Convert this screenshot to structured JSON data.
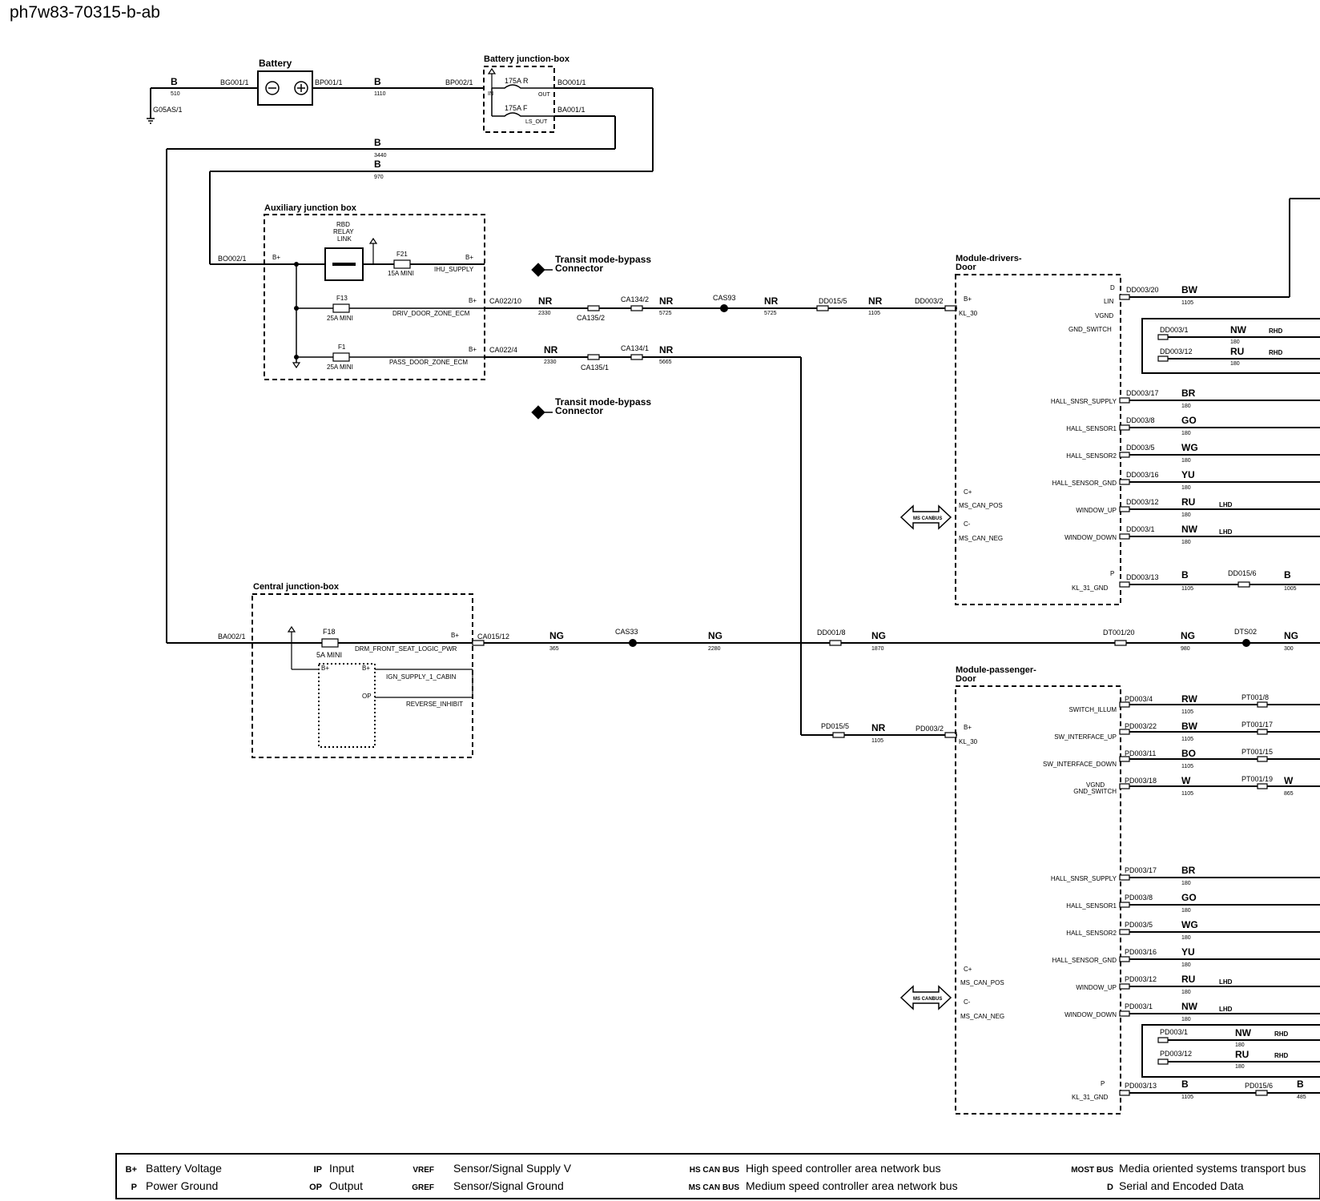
{
  "doc_id": "ph7w83-70315-b-ab",
  "battery": {
    "title": "Battery",
    "wire_neg": {
      "color": "B",
      "num": "510",
      "conn": "BG001/1"
    },
    "ground": "G05AS/1",
    "wire_pos": {
      "color": "B",
      "num": "1110",
      "conn": "BP001/1"
    }
  },
  "bjb": {
    "title": "Battery junction-box",
    "in_conn": "BP002/1",
    "in_label": "IN",
    "fuse_r": "175A  R",
    "out_r": "OUT",
    "conn_r": "BO001/1",
    "fuse_f": "175A  F",
    "out_f": "LS_OUT",
    "conn_f": "BA001/1",
    "wire1": {
      "color": "B",
      "num": "3440"
    },
    "wire2": {
      "color": "B",
      "num": "970"
    }
  },
  "ajb": {
    "title": "Auxiliary junction box",
    "in_conn": "BO002/1",
    "bplus": "B+",
    "relay": [
      "RBD",
      "RELAY",
      "LINK"
    ],
    "f21": "F21",
    "f21_rating": "15A MINI",
    "ihu_pin": "B+",
    "ihu": "IHU_SUPPLY",
    "f13": "F13",
    "f13_rating": "25A MINI",
    "driv_pin": "B+",
    "driv": "DRIV_DOOR_ZONE_ECM",
    "f1": "F1",
    "f1_rating": "25A MINI",
    "pass_pin": "B+",
    "pass": "PASS_DOOR_ZONE_ECM"
  },
  "transit": {
    "line1": "Transit mode-bypass",
    "line2": "Connector"
  },
  "wires_row1": {
    "c1": "CA022/10",
    "w1": "NR",
    "n1": "2330",
    "c2": "CA135/2",
    "c3": "CA134/2",
    "w2": "NR",
    "n2": "5725",
    "splice": "CAS93",
    "w3": "NR",
    "n3": "5725",
    "c4": "DD015/5",
    "w4": "NR",
    "n4": "1105",
    "c5": "DD003/2"
  },
  "wires_row2": {
    "c1": "CA022/4",
    "w1": "NR",
    "n1": "2330",
    "c2": "CA135/1",
    "c3": "CA134/1",
    "w2": "NR",
    "n2": "5665"
  },
  "cjb": {
    "title": "Central junction-box",
    "in_conn": "BA002/1",
    "f18": "F18",
    "f18_rating": "5A MINI",
    "bplus_out": "B+",
    "drm": "DRM_FRONT_SEAT_LOGIC_PWR",
    "inner_bplus": "B+",
    "inner_bplus2": "B+",
    "ign": "IGN_SUPPLY_1_CABIN",
    "op": "OP",
    "rev": "REVERSE_INHIBIT"
  },
  "ng_row": {
    "c1": "CA015/12",
    "w1": "NG",
    "n1": "365",
    "splice": "CAS33",
    "w2": "NG",
    "n2": "2280",
    "c2": "DD001/8",
    "w3": "NG",
    "n3": "1870",
    "c3": "DT001/20",
    "w4": "NG",
    "n4": "980",
    "splice2": "DTS02",
    "w5": "NG",
    "n5": "300"
  },
  "driver": {
    "title1": "Module-drivers-",
    "title2": "Door",
    "bplus": "B+",
    "kl30": "KL_30",
    "cplus": "C+",
    "can_pos": "MS_CAN_POS",
    "cminus": "C-",
    "can_neg": "MS_CAN_NEG",
    "can_bus": "MS CANBUS",
    "d_pin": "D",
    "lin": "LIN",
    "vgnd": "VGND",
    "gnd_switch": "GND_SWITCH",
    "lin_conn": "DD003/20",
    "lin_wire": "BW",
    "lin_num": "1105",
    "rhd": [
      {
        "conn": "DD003/1",
        "color": "NW",
        "num": "180",
        "tag": "RHD"
      },
      {
        "conn": "DD003/12",
        "color": "RU",
        "num": "180",
        "tag": "RHD"
      }
    ],
    "pins": [
      {
        "label": "HALL_SNSR_SUPPLY",
        "conn": "DD003/17",
        "color": "BR",
        "num": "180",
        "tag": ""
      },
      {
        "label": "HALL_SENSOR1",
        "conn": "DD003/8",
        "color": "GO",
        "num": "180",
        "tag": ""
      },
      {
        "label": "HALL_SENSOR2",
        "conn": "DD003/5",
        "color": "WG",
        "num": "180",
        "tag": ""
      },
      {
        "label": "HALL_SENSOR_GND",
        "conn": "DD003/16",
        "color": "YU",
        "num": "180",
        "tag": ""
      },
      {
        "label": "WINDOW_UP",
        "conn": "DD003/12",
        "color": "RU",
        "num": "180",
        "tag": "LHD"
      },
      {
        "label": "WINDOW_DOWN",
        "conn": "DD003/1",
        "color": "NW",
        "num": "180",
        "tag": "LHD"
      }
    ],
    "p_pin": "P",
    "kl31": "KL_31_GND",
    "gnd_conn": "DD003/13",
    "gnd_wire": "B",
    "gnd_num": "1105",
    "gnd_conn2": "DD015/6",
    "gnd_wire2": "B",
    "gnd_num2": "1005"
  },
  "passenger": {
    "title1": "Module-passenger-",
    "title2": "Door",
    "in_conn": "PD015/5",
    "in_wire": "NR",
    "in_num": "1105",
    "in_conn2": "PD003/2",
    "bplus": "B+",
    "kl30": "KL_30",
    "cplus": "C+",
    "can_pos": "MS_CAN_POS",
    "cminus": "C-",
    "can_neg": "MS_CAN_NEG",
    "can_bus": "MS CANBUS",
    "vgnd": "VGND",
    "sw_pins": [
      {
        "label": "SWITCH_ILLUM",
        "conn": "PD003/4",
        "color": "RW",
        "num": "1105",
        "conn2": "PT001/8",
        "color2": "",
        "num2": ""
      },
      {
        "label": "SW_INTERFACE_UP",
        "conn": "PD003/22",
        "color": "BW",
        "num": "1105",
        "conn2": "PT001/17",
        "color2": "",
        "num2": ""
      },
      {
        "label": "SW_INTERFACE_DOWN",
        "conn": "PD003/11",
        "color": "BO",
        "num": "1105",
        "conn2": "PT001/15",
        "color2": "",
        "num2": ""
      },
      {
        "label": "GND_SWITCH",
        "conn": "PD003/18",
        "color": "W",
        "num": "1105",
        "conn2": "PT001/19",
        "color2": "W",
        "num2": "865"
      }
    ],
    "pins": [
      {
        "label": "HALL_SNSR_SUPPLY",
        "conn": "PD003/17",
        "color": "BR",
        "num": "180",
        "tag": ""
      },
      {
        "label": "HALL_SENSOR1",
        "conn": "PD003/8",
        "color": "GO",
        "num": "180",
        "tag": ""
      },
      {
        "label": "HALL_SENSOR2",
        "conn": "PD003/5",
        "color": "WG",
        "num": "180",
        "tag": ""
      },
      {
        "label": "HALL_SENSOR_GND",
        "conn": "PD003/16",
        "color": "YU",
        "num": "180",
        "tag": ""
      },
      {
        "label": "WINDOW_UP",
        "conn": "PD003/12",
        "color": "RU",
        "num": "180",
        "tag": "LHD"
      },
      {
        "label": "WINDOW_DOWN",
        "conn": "PD003/1",
        "color": "NW",
        "num": "180",
        "tag": "LHD"
      }
    ],
    "rhd": [
      {
        "conn": "PD003/1",
        "color": "NW",
        "num": "180",
        "tag": "RHD"
      },
      {
        "conn": "PD003/12",
        "color": "RU",
        "num": "180",
        "tag": "RHD"
      }
    ],
    "p_pin": "P",
    "kl31": "KL_31_GND",
    "gnd_conn": "PD003/13",
    "gnd_wire": "B",
    "gnd_num": "1105",
    "gnd_conn2": "PD015/6",
    "gnd_wire2": "B",
    "gnd_num2": "485"
  },
  "legend": [
    {
      "abbr": "B+",
      "text": "Battery Voltage"
    },
    {
      "abbr": "P",
      "text": "Power Ground"
    },
    {
      "abbr": "IP",
      "text": "Input"
    },
    {
      "abbr": "OP",
      "text": "Output"
    },
    {
      "abbr": "VREF",
      "text": "Sensor/Signal Supply V"
    },
    {
      "abbr": "GREF",
      "text": "Sensor/Signal Ground"
    },
    {
      "abbr": "HS CAN BUS",
      "text": "High speed controller area network bus"
    },
    {
      "abbr": "MS CAN BUS",
      "text": "Medium speed controller area network bus"
    },
    {
      "abbr": "MOST BUS",
      "text": "Media oriented systems transport bus"
    },
    {
      "abbr": "D",
      "text": "Serial and Encoded Data"
    }
  ]
}
